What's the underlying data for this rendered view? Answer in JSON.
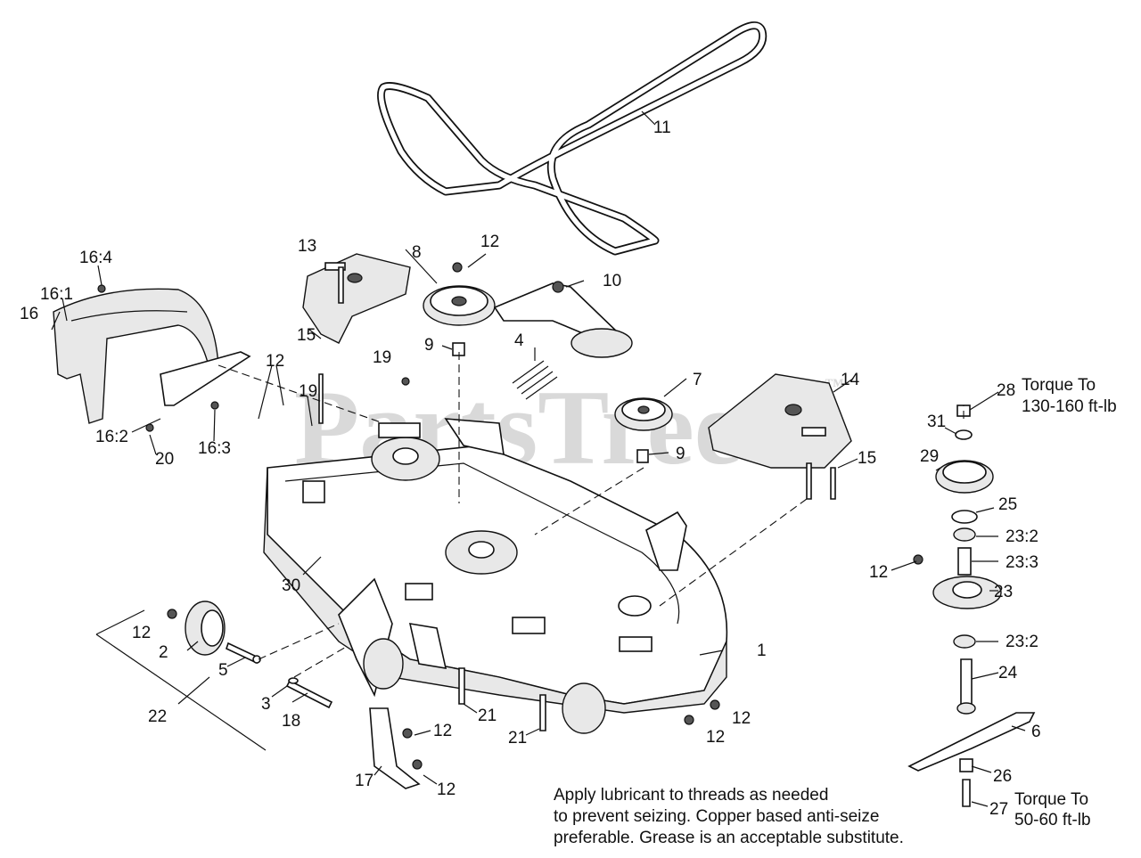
{
  "watermark": "PartsTree",
  "watermark_tm": "™",
  "labels": {
    "l1": "1",
    "l2": "2",
    "l3": "3",
    "l4": "4",
    "l5": "5",
    "l6": "6",
    "l7": "7",
    "l8": "8",
    "l9a": "9",
    "l9b": "9",
    "l10": "10",
    "l11": "11",
    "l12a": "12",
    "l12b": "12",
    "l12c": "12",
    "l12d": "12",
    "l12e": "12",
    "l12f": "12",
    "l12g": "12",
    "l12h": "12",
    "l13": "13",
    "l14": "14",
    "l15a": "15",
    "l15b": "15",
    "l16": "16",
    "l16_1": "16:1",
    "l16_2": "16:2",
    "l16_3": "16:3",
    "l16_4": "16:4",
    "l17": "17",
    "l18": "18",
    "l19a": "19",
    "l19b": "19",
    "l20": "20",
    "l21a": "21",
    "l21b": "21",
    "l22": "22",
    "l23": "23",
    "l23_2a": "23:2",
    "l23_2b": "23:2",
    "l23_3": "23:3",
    "l24": "24",
    "l25": "25",
    "l26": "26",
    "l27": "27",
    "l28": "28",
    "l29": "29",
    "l30": "30",
    "l31": "31"
  },
  "torque_28": {
    "line1": "Torque To",
    "line2": "130-160 ft-lb"
  },
  "torque_27": {
    "line1": "Torque To",
    "line2": "50-60 ft-lb"
  },
  "note": {
    "line1": "Apply lubricant to threads as needed",
    "line2": "to prevent seizing. Copper based anti-seize",
    "line3": "preferable. Grease is an acceptable substitute."
  }
}
